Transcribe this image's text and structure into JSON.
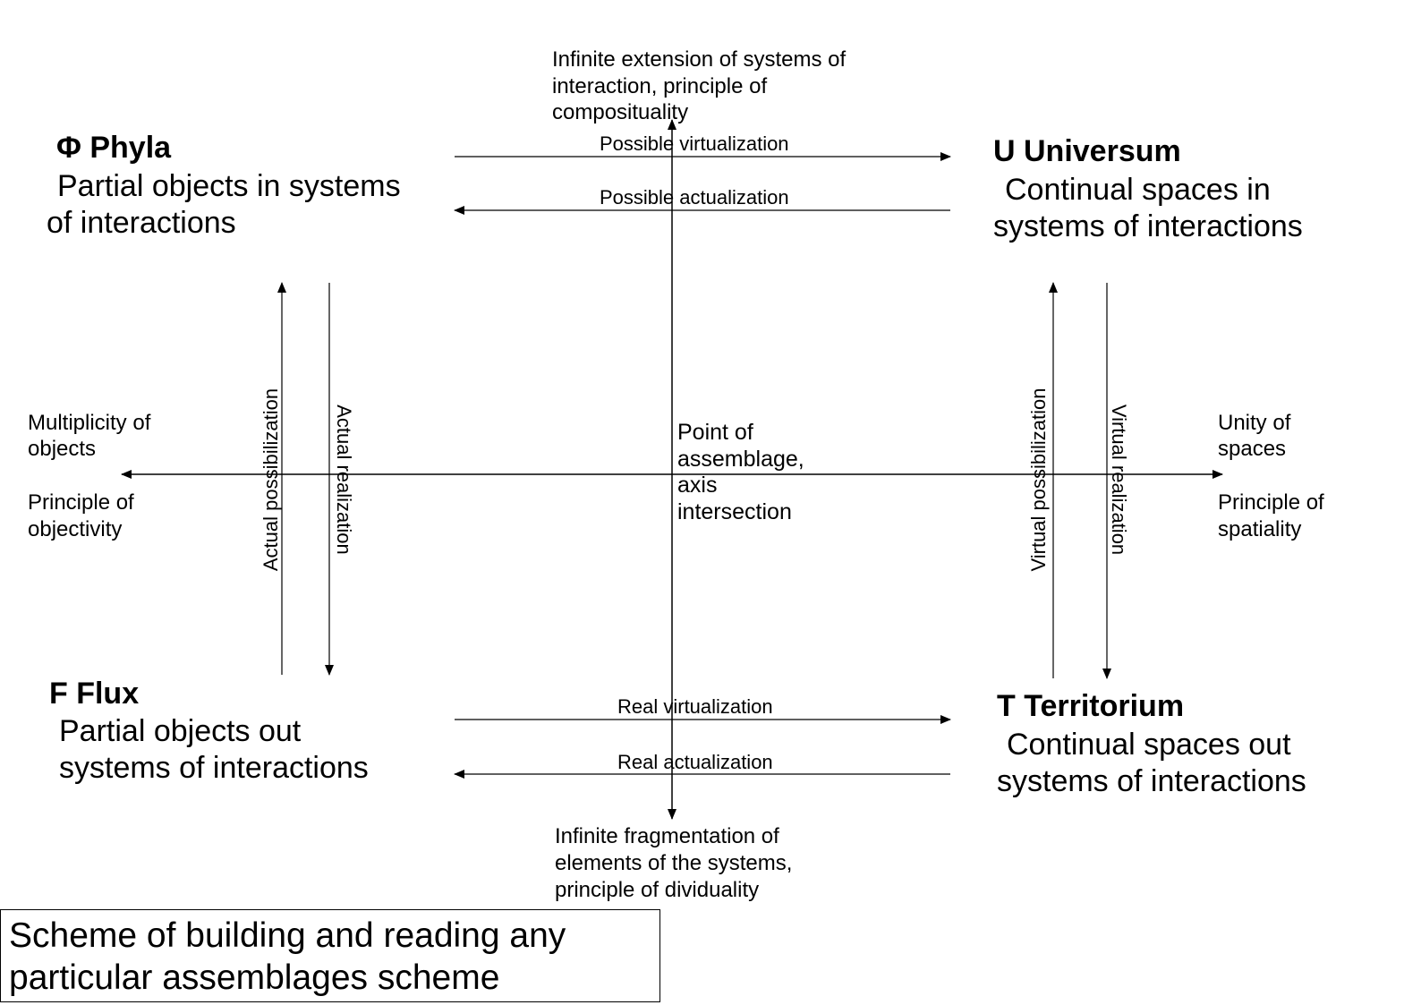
{
  "quadrants": {
    "phyla": {
      "title": "Φ Phyla",
      "subtitle_1": "Partial objects in systems",
      "subtitle_2": "of interactions"
    },
    "universum": {
      "title": "U Universum",
      "subtitle_1": "Continual spaces in",
      "subtitle_2": "systems of interactions"
    },
    "flux": {
      "title": "F Flux",
      "subtitle_1": "Partial objects out",
      "subtitle_2": "systems of interactions"
    },
    "territorium": {
      "title": "T Territorium",
      "subtitle_1": "Continual spaces out",
      "subtitle_2": "systems of interactions"
    }
  },
  "axes": {
    "top": {
      "line_1": "Infinite extension of systems of",
      "line_2": "interaction, principle of",
      "line_3": "compositu­ality"
    },
    "bottom": {
      "line_1": "Infinite fragmentation of",
      "line_2": "elements of the systems,",
      "line_3": "principle of dividuality"
    },
    "left": {
      "line_1": "Multiplicity of",
      "line_2": "objects",
      "line_3": "Principle of",
      "line_4": "objectivity"
    },
    "right": {
      "line_1": "Unity of",
      "line_2": "spaces",
      "line_3": "Principle of",
      "line_4": "spatiality"
    },
    "center": {
      "line_1": "Point of",
      "line_2": "assemblage,",
      "line_3": "axis",
      "line_4": "intersection"
    }
  },
  "transitions": {
    "possible_virtualization": "Possible virtualization",
    "possible_actualization": "Possible actualization",
    "real_virtualization": "Real virtualization",
    "real_actualization": "Real actualization",
    "actual_possibilization": "Actual possibilization",
    "actual_realization": "Actual realization",
    "virtual_possibilization": "Virtual possibilization",
    "virtual_realization": "Virtual realization"
  },
  "caption": {
    "line_1": "Scheme of building and reading any",
    "line_2": "particular assemblages scheme"
  }
}
